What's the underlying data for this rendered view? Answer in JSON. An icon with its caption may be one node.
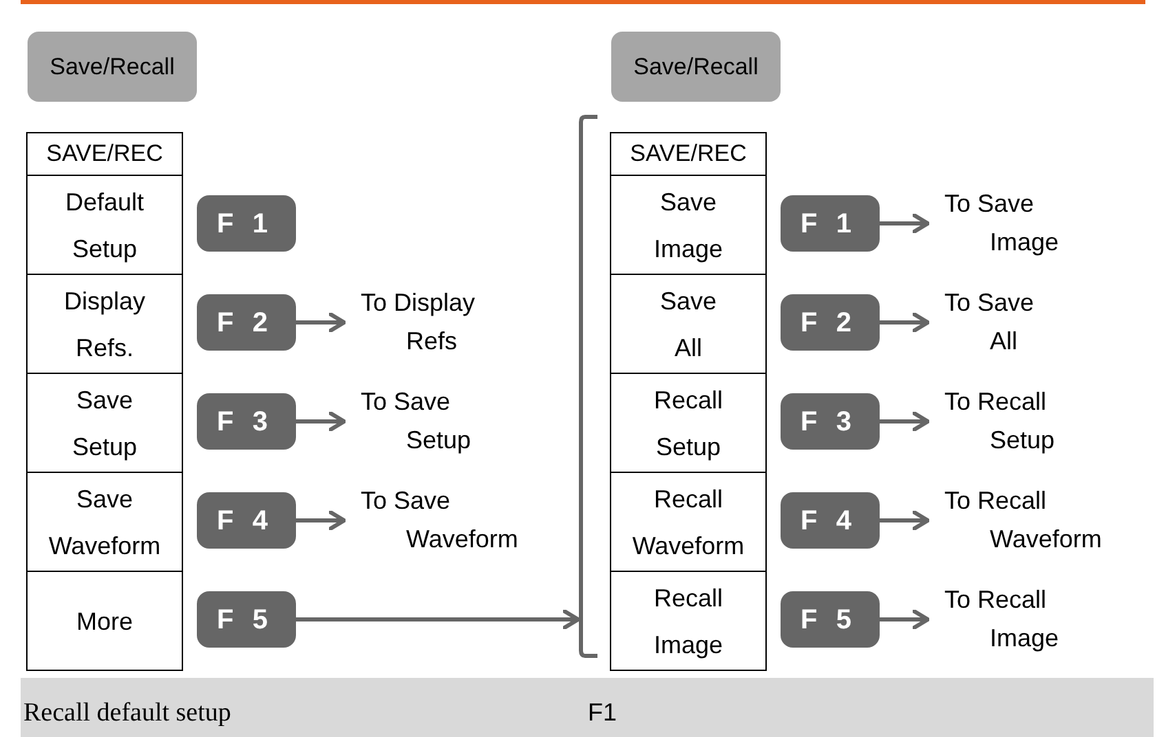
{
  "diagram": {
    "nodes": [
      {
        "text": [
          "Save/Recall"
        ]
      },
      {
        "text": [
          "SAVE/REC"
        ]
      },
      {
        "text": [
          "Default Setup"
        ]
      },
      {
        "text": [
          "Display Refs."
        ]
      },
      {
        "text": [
          "Save Setup"
        ]
      },
      {
        "text": [
          "Save Waveform"
        ]
      },
      {
        "text": [
          "More"
        ]
      },
      {
        "text": [
          "F 1"
        ]
      },
      {
        "text": [
          "F 2"
        ]
      },
      {
        "text": [
          "F 3"
        ]
      },
      {
        "text": [
          "F 4"
        ]
      },
      {
        "text": [
          "F 5"
        ]
      },
      {
        "text": [
          "To Display Refs"
        ]
      },
      {
        "text": [
          "To Save Setup"
        ]
      },
      {
        "text": [
          "To Save Waveform"
        ]
      },
      {
        "text": [],
        "shape": "bracket"
      },
      {
        "text": [
          "Save/Recall"
        ]
      },
      {
        "text": [
          "SAVE/REC"
        ]
      },
      {
        "text": [
          "Save Image"
        ]
      },
      {
        "text": [
          "Save All"
        ]
      },
      {
        "text": [
          "Recall Setup"
        ]
      },
      {
        "text": [
          "Recall Waveform"
        ]
      },
      {
        "text": [
          "Recall Image"
        ]
      },
      {
        "text": [
          "F 1"
        ]
      },
      {
        "text": [
          "F 2"
        ]
      },
      {
        "text": [
          "F 3"
        ]
      },
      {
        "text": [
          "F 4"
        ]
      },
      {
        "text": [
          "F 5"
        ]
      },
      {
        "text": [
          "To Save Image"
        ]
      },
      {
        "text": [
          "To Save All"
        ]
      },
      {
        "text": [
          "To Recall Setup"
        ]
      },
      {
        "text": [
          "To Recall Waveform"
        ]
      },
      {
        "text": [
          "To Recall Image"
        ]
      }
    ],
    "edges": [
      {
        "from": 8,
        "to": 12,
        "arrow": "to"
      },
      {
        "from": 9,
        "to": 13,
        "arrow": "to"
      },
      {
        "from": 10,
        "to": 14,
        "arrow": "to"
      },
      {
        "from": 11,
        "to": 15,
        "arrow": "to"
      },
      {
        "from": 23,
        "to": 28,
        "arrow": "to"
      },
      {
        "from": 24,
        "to": 29,
        "arrow": "to"
      },
      {
        "from": 25,
        "to": 30,
        "arrow": "to"
      },
      {
        "from": 26,
        "to": 31,
        "arrow": "to"
      },
      {
        "from": 27,
        "to": 32,
        "arrow": "to"
      }
    ],
    "labels": [
      "Recall default setup",
      "F1"
    ]
  }
}
